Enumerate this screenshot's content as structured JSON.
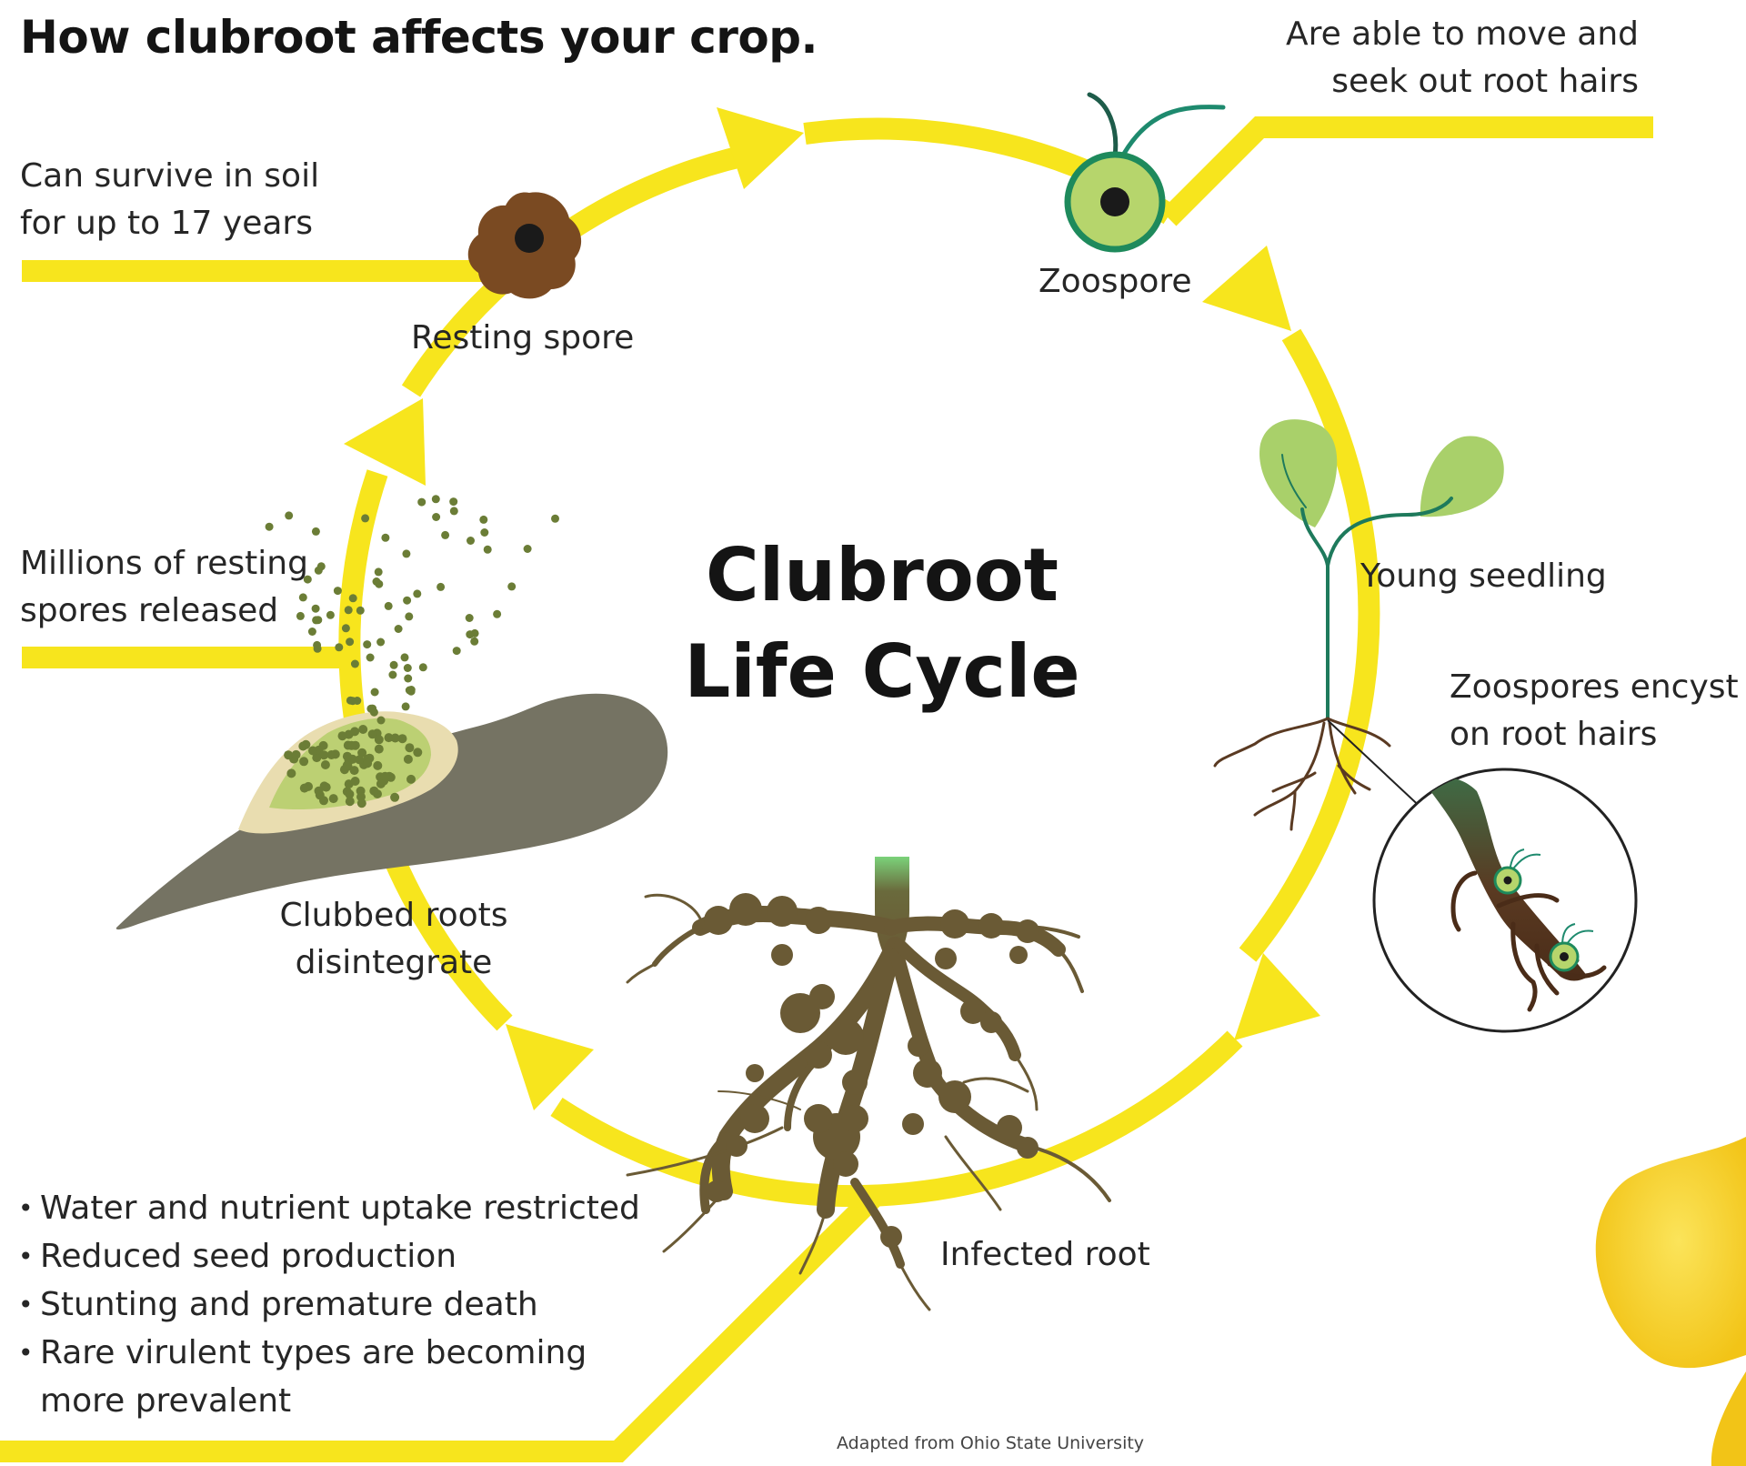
{
  "title": "How clubroot affects your crop.",
  "center_title": [
    "Clubroot",
    "Life Cycle"
  ],
  "stages": {
    "resting_spore": "Resting spore",
    "zoospore": "Zoospore",
    "young_seedling": "Young seedling",
    "infected_root": "Infected root",
    "clubbed_roots": [
      "Clubbed roots",
      "disintegrate"
    ],
    "zoospores_encyst": [
      "Zoospores encyst",
      "on root hairs"
    ]
  },
  "callouts": {
    "soil_survival": [
      "Can survive in soil",
      "for up to 17 years"
    ],
    "zoospore_movement": [
      "Are able to move and",
      "seek out root hairs"
    ],
    "spores_released": [
      "Millions of resting",
      "spores released"
    ]
  },
  "impacts": [
    "Water and nutrient uptake restricted",
    "Reduced seed production",
    "Stunting and premature death",
    "Rare virulent types are becoming more prevalent"
  ],
  "credit": "Adapted from Ohio State University",
  "colors": {
    "cycle_yellow": "#f7e51d",
    "spore_brown": "#7a4a22",
    "zoospore_green": "#b6d56c",
    "zoospore_ring": "#1e8a5c",
    "seedling_leaf": "#a9d06a",
    "root_brown": "#6a5a35",
    "clubbed_root_gray": "#757363",
    "spore_dots": "#6b7d36",
    "flower_yellow": "#f6d634"
  }
}
